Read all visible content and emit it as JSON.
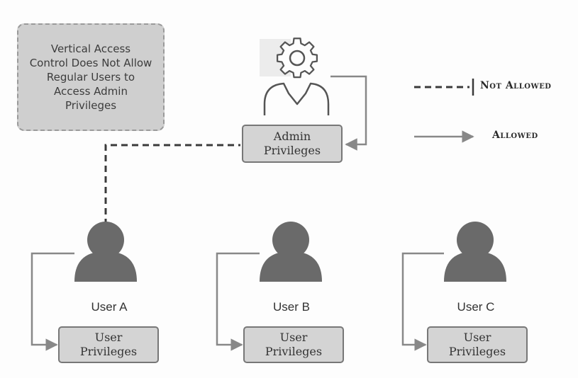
{
  "note": {
    "text": "Vertical Access\nControl Does Not Allow\nRegular Users to\nAccess Admin\nPrivileges"
  },
  "admin": {
    "icon": "admin-gear-person-icon",
    "privileges_label": "Admin\nPrivileges"
  },
  "users": [
    {
      "name": "User A",
      "privileges_label": "User\nPrivileges"
    },
    {
      "name": "User B",
      "privileges_label": "User\nPrivileges"
    },
    {
      "name": "User C",
      "privileges_label": "User\nPrivileges"
    }
  ],
  "legend": {
    "not_allowed": "Not Allowed",
    "allowed": "Allowed"
  },
  "colors": {
    "person": "#6a6a6a",
    "box_fill": "#d4d4d4",
    "note_fill": "#cfcfcf",
    "connector": "#888888",
    "dashed": "#3a3a3a"
  }
}
